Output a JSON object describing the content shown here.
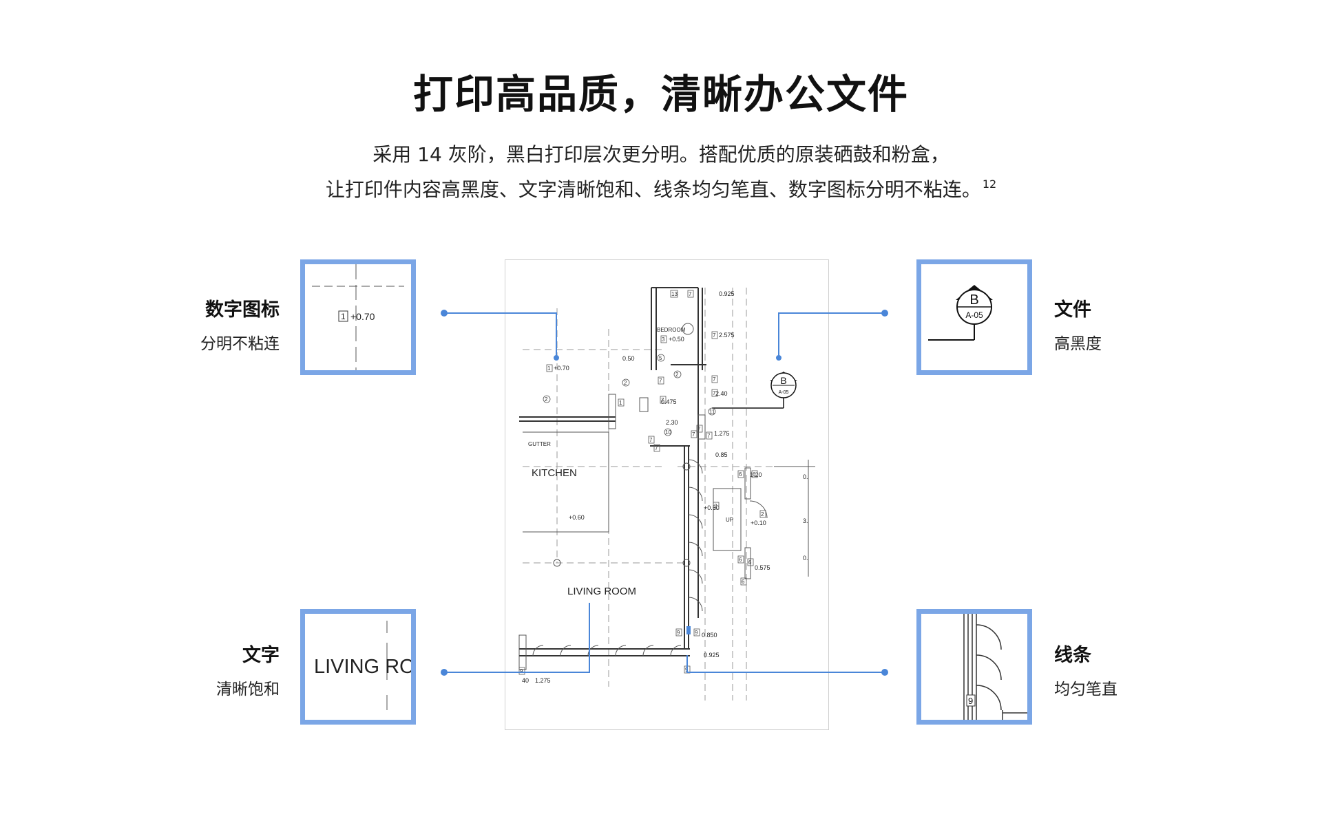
{
  "header": {
    "title": "打印高品质，清晰办公文件",
    "subtitle_line1": "采用 14 灰阶，黑白打印层次更分明。搭配优质的原装硒鼓和粉盒，",
    "subtitle_line2": "让打印件内容高黑度、文字清晰饱和、线条均匀笔直、数字图标分明不粘连。",
    "footnote": "12"
  },
  "callouts": {
    "top_left": {
      "title": "数字图标",
      "desc": "分明不粘连"
    },
    "top_right": {
      "title": "文件",
      "desc": "高黑度"
    },
    "bottom_left": {
      "title": "文字",
      "desc": "清晰饱和"
    },
    "bottom_right": {
      "title": "线条",
      "desc": "均匀笔直"
    }
  },
  "zoom_text": {
    "level_tag": "1",
    "level_value": "+0.70",
    "section_letter": "B",
    "section_ref": "A-05",
    "living_text": "LIVING RO",
    "line_tag": "9"
  },
  "plan_labels": {
    "kitchen": "KITCHEN",
    "living_room": "LIVING ROOM",
    "bedroom": "BEDROOM",
    "gutter": "GUTTER",
    "up": "UP",
    "section_letter": "B",
    "section_ref": "A-05",
    "dims": [
      "0.925",
      "2.575",
      "+0.50",
      "0.50",
      "+0.70",
      "0.475",
      "2.40",
      "2.30",
      "1.275",
      "0.85",
      "1.20",
      "+0.50",
      "+0.10",
      "+0.60",
      "0.575",
      "0.850",
      "0.925",
      "1.275",
      "0.",
      "3.",
      "0.",
      "40"
    ],
    "tags": [
      "13",
      "7",
      "3",
      "5",
      "2",
      "1",
      "7",
      "2",
      "7",
      "7",
      "2",
      "7",
      "7",
      "10",
      "7",
      "7",
      "11",
      "7",
      "6",
      "6",
      "2",
      "2",
      "6",
      "6",
      "6",
      "9",
      "9",
      "9",
      "9",
      "1",
      "7",
      "7"
    ]
  },
  "colors": {
    "accent": "#7ba6e6",
    "connector": "#4a86d8"
  }
}
